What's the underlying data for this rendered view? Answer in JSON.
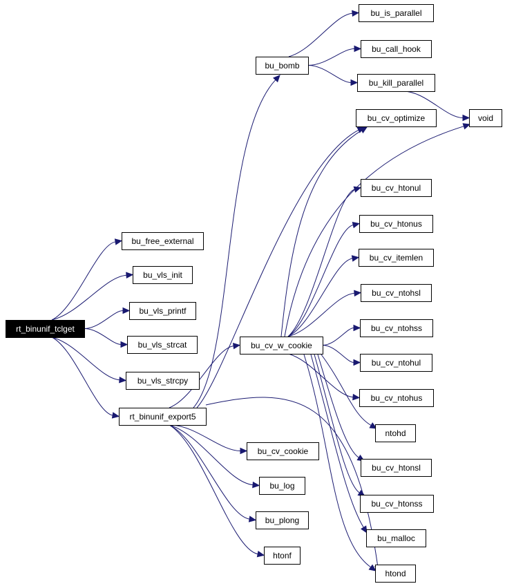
{
  "graph": {
    "root": "rt_binunif_tclget",
    "colors": {
      "edge": "#191970",
      "root_fill": "#000000",
      "root_text": "#ffffff",
      "node_fill": "#ffffff",
      "node_border": "#000000"
    },
    "nodes": [
      {
        "id": "rt_binunif_tclget",
        "label": "rt_binunif_tclget",
        "root": true
      },
      {
        "id": "bu_free_external",
        "label": "bu_free_external"
      },
      {
        "id": "bu_vls_init",
        "label": "bu_vls_init"
      },
      {
        "id": "bu_vls_printf",
        "label": "bu_vls_printf"
      },
      {
        "id": "bu_vls_strcat",
        "label": "bu_vls_strcat"
      },
      {
        "id": "bu_vls_strcpy",
        "label": "bu_vls_strcpy"
      },
      {
        "id": "rt_binunif_export5",
        "label": "rt_binunif_export5"
      },
      {
        "id": "bu_bomb",
        "label": "bu_bomb"
      },
      {
        "id": "bu_is_parallel",
        "label": "bu_is_parallel"
      },
      {
        "id": "bu_call_hook",
        "label": "bu_call_hook"
      },
      {
        "id": "bu_kill_parallel",
        "label": "bu_kill_parallel"
      },
      {
        "id": "void",
        "label": "void"
      },
      {
        "id": "bu_cv_optimize",
        "label": "bu_cv_optimize"
      },
      {
        "id": "bu_cv_w_cookie",
        "label": "bu_cv_w_cookie"
      },
      {
        "id": "bu_cv_htonul",
        "label": "bu_cv_htonul"
      },
      {
        "id": "bu_cv_htonus",
        "label": "bu_cv_htonus"
      },
      {
        "id": "bu_cv_itemlen",
        "label": "bu_cv_itemlen"
      },
      {
        "id": "bu_cv_ntohsl",
        "label": "bu_cv_ntohsl"
      },
      {
        "id": "bu_cv_ntohss",
        "label": "bu_cv_ntohss"
      },
      {
        "id": "bu_cv_ntohul",
        "label": "bu_cv_ntohul"
      },
      {
        "id": "bu_cv_ntohus",
        "label": "bu_cv_ntohus"
      },
      {
        "id": "ntohd",
        "label": "ntohd"
      },
      {
        "id": "bu_cv_htonsl",
        "label": "bu_cv_htonsl"
      },
      {
        "id": "bu_cv_htonss",
        "label": "bu_cv_htonss"
      },
      {
        "id": "bu_malloc",
        "label": "bu_malloc"
      },
      {
        "id": "htond",
        "label": "htond"
      },
      {
        "id": "bu_cv_cookie",
        "label": "bu_cv_cookie"
      },
      {
        "id": "bu_log",
        "label": "bu_log"
      },
      {
        "id": "bu_plong",
        "label": "bu_plong"
      },
      {
        "id": "htonf",
        "label": "htonf"
      }
    ],
    "edges": [
      {
        "from": "rt_binunif_tclget",
        "to": "bu_free_external"
      },
      {
        "from": "rt_binunif_tclget",
        "to": "bu_vls_init"
      },
      {
        "from": "rt_binunif_tclget",
        "to": "bu_vls_printf"
      },
      {
        "from": "rt_binunif_tclget",
        "to": "bu_vls_strcat"
      },
      {
        "from": "rt_binunif_tclget",
        "to": "bu_vls_strcpy"
      },
      {
        "from": "rt_binunif_tclget",
        "to": "rt_binunif_export5"
      },
      {
        "from": "rt_binunif_export5",
        "to": "bu_bomb"
      },
      {
        "from": "rt_binunif_export5",
        "to": "bu_cv_optimize"
      },
      {
        "from": "rt_binunif_export5",
        "to": "bu_cv_w_cookie"
      },
      {
        "from": "rt_binunif_export5",
        "to": "htond"
      },
      {
        "from": "rt_binunif_export5",
        "to": "bu_cv_cookie"
      },
      {
        "from": "rt_binunif_export5",
        "to": "bu_log"
      },
      {
        "from": "rt_binunif_export5",
        "to": "bu_plong"
      },
      {
        "from": "rt_binunif_export5",
        "to": "htonf"
      },
      {
        "from": "bu_bomb",
        "to": "bu_is_parallel"
      },
      {
        "from": "bu_bomb",
        "to": "bu_call_hook"
      },
      {
        "from": "bu_bomb",
        "to": "bu_kill_parallel"
      },
      {
        "from": "bu_kill_parallel",
        "to": "void"
      },
      {
        "from": "bu_cv_w_cookie",
        "to": "bu_cv_optimize"
      },
      {
        "from": "bu_cv_w_cookie",
        "to": "void"
      },
      {
        "from": "bu_cv_w_cookie",
        "to": "bu_cv_htonul"
      },
      {
        "from": "bu_cv_w_cookie",
        "to": "bu_cv_htonus"
      },
      {
        "from": "bu_cv_w_cookie",
        "to": "bu_cv_itemlen"
      },
      {
        "from": "bu_cv_w_cookie",
        "to": "bu_cv_ntohsl"
      },
      {
        "from": "bu_cv_w_cookie",
        "to": "bu_cv_ntohss"
      },
      {
        "from": "bu_cv_w_cookie",
        "to": "bu_cv_ntohul"
      },
      {
        "from": "bu_cv_w_cookie",
        "to": "bu_cv_ntohus"
      },
      {
        "from": "bu_cv_w_cookie",
        "to": "ntohd"
      },
      {
        "from": "bu_cv_w_cookie",
        "to": "bu_cv_htonsl"
      },
      {
        "from": "bu_cv_w_cookie",
        "to": "bu_cv_htonss"
      },
      {
        "from": "bu_cv_w_cookie",
        "to": "bu_malloc"
      },
      {
        "from": "bu_cv_w_cookie",
        "to": "htond"
      }
    ]
  }
}
